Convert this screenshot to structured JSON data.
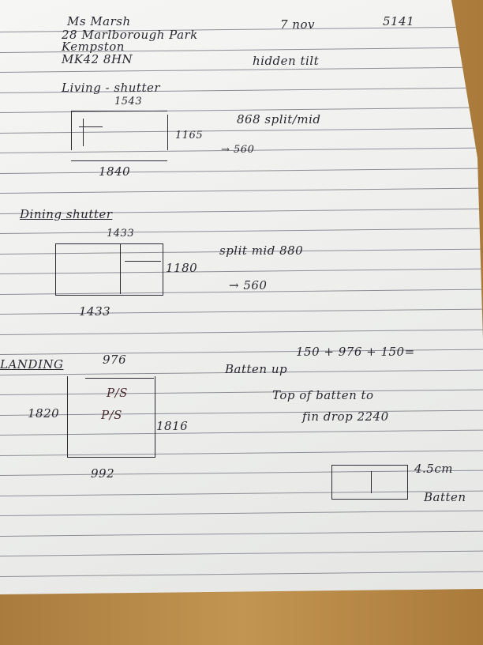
{
  "header": {
    "name": "Ms Marsh",
    "date": "7 nov",
    "job_number": "5141",
    "address_line1": "28 Marlborough Park",
    "address_line2": "Kempston",
    "postcode": "MK42 8HN",
    "style": "hidden tilt"
  },
  "living": {
    "title": "Living - shutter",
    "top_width": "1543",
    "height": "1165",
    "bottom_width": "1840",
    "note": "868 split/mid",
    "arrow_note": "→ 560"
  },
  "dining": {
    "title": "Dining shutter",
    "top_width": "1433",
    "height": "1180",
    "bottom_width": "1433",
    "note": "split mid 880",
    "arrow_note": "→ 560"
  },
  "landing": {
    "title": "LANDING",
    "top_width": "976",
    "calc": "150 + 976 + 150=",
    "batten": "Batten up",
    "panel1": "P/S",
    "panel2": "P/S",
    "left_height": "1820",
    "right_height": "1816",
    "bottom_width": "992",
    "note_line1": "Top of batten to",
    "note_line2": "fin drop 2240",
    "batten_size": "4.5cm",
    "batten_label": "Batten"
  }
}
